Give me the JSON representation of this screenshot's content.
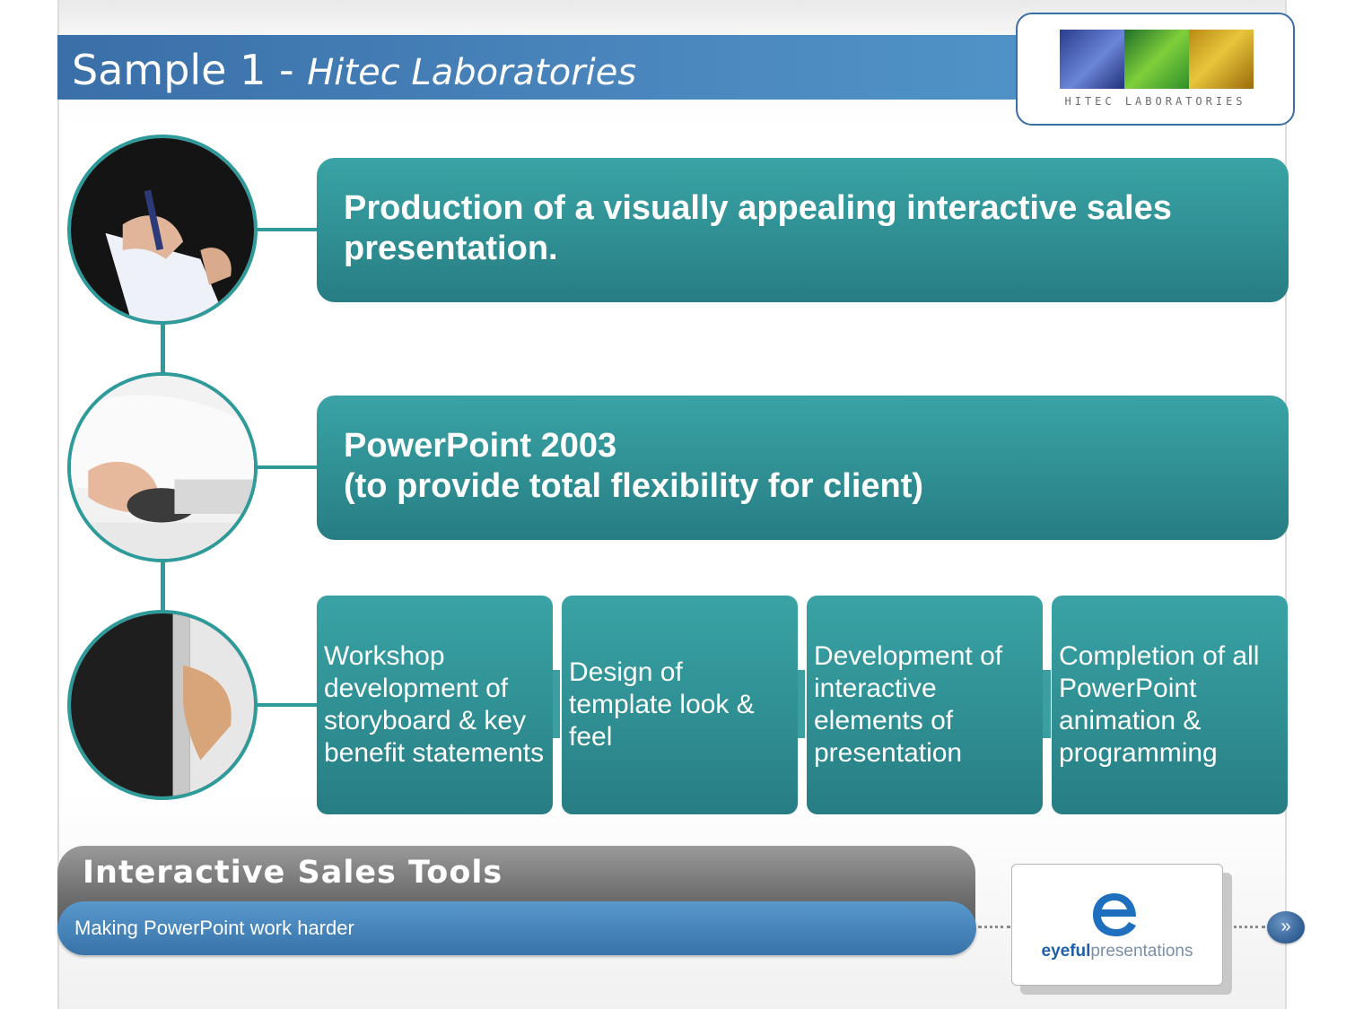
{
  "header": {
    "title": "Sample 1 - ",
    "subtitle": "Hitec Laboratories"
  },
  "logo": {
    "text": "HITEC LABORATORIES"
  },
  "steps": [
    {
      "lines": [
        "Production of a visually appealing interactive sales",
        "presentation."
      ]
    },
    {
      "lines": [
        "PowerPoint 2003",
        "(to provide total flexibility for client)"
      ]
    }
  ],
  "substeps": [
    "Workshop development of storyboard & key benefit statements",
    "Design of template look & feel",
    "Development of interactive elements of presentation",
    "Completion of all PowerPoint animation & programming"
  ],
  "footer": {
    "title": "Interactive Sales Tools",
    "subtitle": "Making PowerPoint work harder"
  },
  "brand": {
    "part1": "eyeful",
    "part2": "presentations"
  },
  "nav": {
    "next_label": "»"
  },
  "colors": {
    "teal": "#2f9a9a",
    "title_blue": "#4a86bd",
    "footer_grey": "#6f6f6f"
  }
}
